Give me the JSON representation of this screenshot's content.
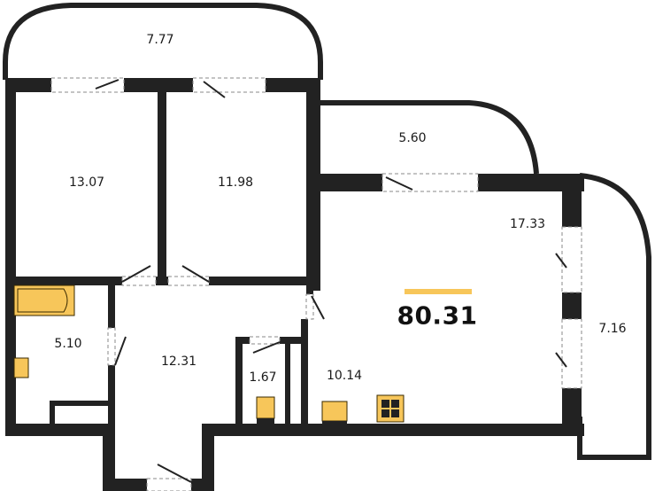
{
  "plan": {
    "total_area": "80.31",
    "accent_color": "#f7c65a",
    "wall_color": "#222222",
    "rooms": [
      {
        "id": "balcony-top",
        "label": "7.77"
      },
      {
        "id": "bedroom-1",
        "label": "13.07"
      },
      {
        "id": "bedroom-2",
        "label": "11.98"
      },
      {
        "id": "balcony-middle",
        "label": "5.60"
      },
      {
        "id": "living-room",
        "label": "17.33"
      },
      {
        "id": "balcony-right",
        "label": "7.16"
      },
      {
        "id": "bathroom",
        "label": "5.10"
      },
      {
        "id": "hallway",
        "label": "12.31"
      },
      {
        "id": "toilet",
        "label": "1.67"
      },
      {
        "id": "kitchen",
        "label": "10.14"
      }
    ]
  }
}
